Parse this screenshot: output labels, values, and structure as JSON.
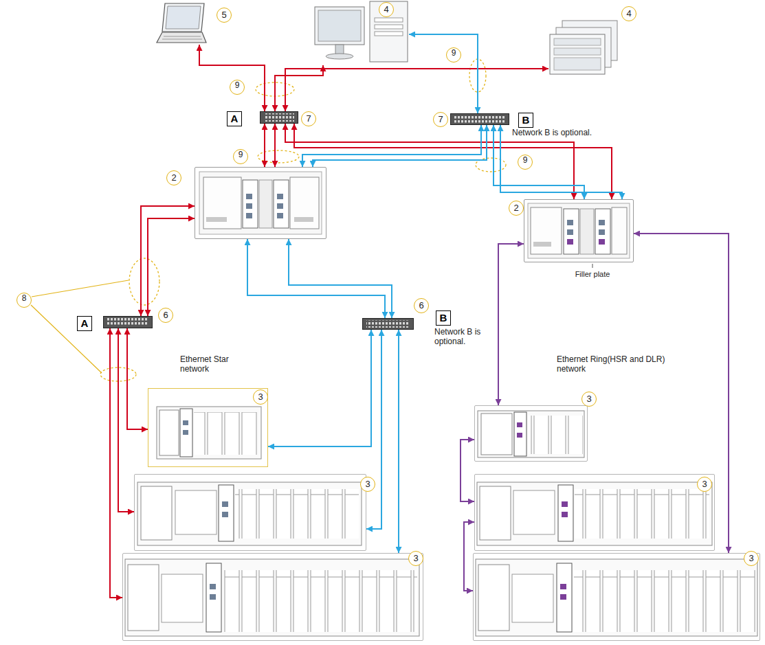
{
  "diagram": {
    "nodes": [
      {
        "text": [
          "5"
        ]
      },
      {
        "text": [
          "4"
        ]
      },
      {
        "text": [
          "4"
        ]
      },
      {
        "text": [
          "A",
          "7"
        ]
      },
      {
        "text": [
          "7",
          "B"
        ]
      },
      {
        "text": [
          "2"
        ]
      },
      {
        "text": [
          "2"
        ]
      },
      {
        "text": [
          "A",
          "6"
        ]
      },
      {
        "text": [
          "6",
          "B"
        ]
      },
      {
        "text": [
          "3"
        ]
      },
      {
        "text": [
          "3"
        ]
      },
      {
        "text": [
          "3"
        ]
      },
      {
        "text": [
          "3"
        ]
      },
      {
        "text": [
          "3"
        ]
      },
      {
        "text": [
          "3"
        ]
      }
    ],
    "edges": [
      {
        "from": 0,
        "to": 3,
        "arrow": "both"
      },
      {
        "from": 1,
        "to": 3,
        "arrow": "both"
      },
      {
        "from": 2,
        "to": 3,
        "arrow": "both"
      },
      {
        "from": 1,
        "to": 4,
        "arrow": "both"
      },
      {
        "from": 3,
        "to": 5,
        "arrow": "both"
      },
      {
        "from": 3,
        "to": 5,
        "arrow": "both"
      },
      {
        "from": 3,
        "to": 6,
        "arrow": "both"
      },
      {
        "from": 3,
        "to": 6,
        "arrow": "both"
      },
      {
        "from": 4,
        "to": 5,
        "arrow": "both"
      },
      {
        "from": 4,
        "to": 5,
        "arrow": "both"
      },
      {
        "from": 4,
        "to": 6,
        "arrow": "both"
      },
      {
        "from": 4,
        "to": 6,
        "arrow": "both"
      },
      {
        "from": 5,
        "to": 7,
        "arrow": "both"
      },
      {
        "from": 5,
        "to": 7,
        "arrow": "both"
      },
      {
        "from": 5,
        "to": 8,
        "arrow": "both"
      },
      {
        "from": 5,
        "to": 8,
        "arrow": "both"
      },
      {
        "from": 7,
        "to": 9,
        "arrow": "both"
      },
      {
        "from": 7,
        "to": 10,
        "arrow": "both"
      },
      {
        "from": 7,
        "to": 11,
        "arrow": "both"
      },
      {
        "from": 8,
        "to": 9,
        "arrow": "both"
      },
      {
        "from": 8,
        "to": 10,
        "arrow": "both"
      },
      {
        "from": 8,
        "to": 11,
        "arrow": "both"
      },
      {
        "from": 6,
        "to": 12,
        "arrow": "both"
      },
      {
        "from": 12,
        "to": 13,
        "arrow": "both"
      },
      {
        "from": 13,
        "to": 14,
        "arrow": "both"
      },
      {
        "from": 14,
        "to": 6,
        "arrow": "both"
      }
    ],
    "labels": [
      "9",
      "9",
      "9",
      "9",
      "8",
      "Network B is optional.",
      "Network B is optional.",
      "Ethernet Star network",
      "Ethernet Ring(HSR and DLR) network",
      "Filler plate"
    ]
  }
}
